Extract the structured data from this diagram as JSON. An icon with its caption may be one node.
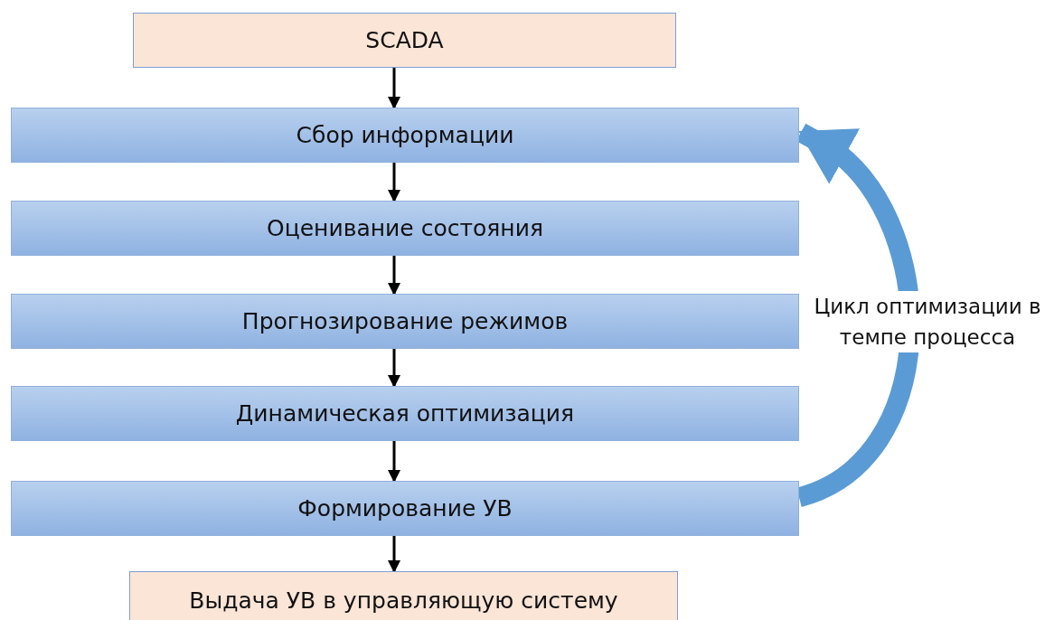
{
  "diagram": {
    "nodes": [
      {
        "text": [
          "SCADA"
        ]
      },
      {
        "text": [
          "Сбор информации"
        ]
      },
      {
        "text": [
          "Оценивание состояния"
        ]
      },
      {
        "text": [
          "Прогнозирование режимов"
        ]
      },
      {
        "text": [
          "Динамическая оптимизация"
        ]
      },
      {
        "text": [
          "Формирование УВ"
        ]
      },
      {
        "text": [
          "Выдача УВ в управляющую систему"
        ]
      }
    ],
    "edges": [
      {
        "from": 0,
        "to": 1,
        "arrow": "to"
      },
      {
        "from": 1,
        "to": 2,
        "arrow": "to"
      },
      {
        "from": 2,
        "to": 3,
        "arrow": "to"
      },
      {
        "from": 3,
        "to": 4,
        "arrow": "to"
      },
      {
        "from": 4,
        "to": 5,
        "arrow": "to"
      },
      {
        "from": 5,
        "to": 6,
        "arrow": "to"
      },
      {
        "from": 5,
        "to": 1,
        "arrow": "to",
        "label": "Цикл оптимизации в темпе процесса",
        "style": "thick",
        "color": "#5b9bd5"
      }
    ]
  }
}
